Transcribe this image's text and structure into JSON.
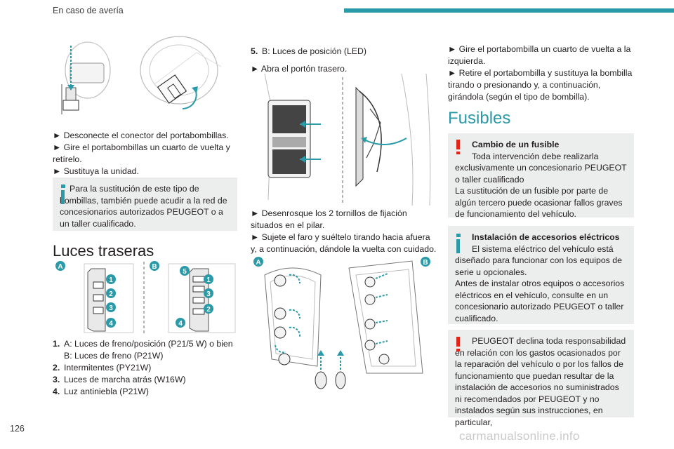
{
  "header": {
    "section": "En caso de avería",
    "page_number": "126"
  },
  "watermark": "carmanualsonline.info",
  "colors": {
    "accent": "#2a9aa8",
    "warning": "#e2231a",
    "box_bg": "#eceded"
  },
  "col1": {
    "steps": [
      "► Desconecte el conector del portabombillas.",
      "► Gire el portabombillas un cuarto de vuelta y retírelo.",
      "► Sustituya la unidad."
    ],
    "info_note": "Para la sustitución de este tipo de bombillas, también puede acudir a la red de concesionarios autorizados PEUGEOT o a un taller cualificado.",
    "section_title": "Luces traseras",
    "figure_labels": {
      "a": "A",
      "b": "B",
      "a_nums": [
        "1",
        "2",
        "3",
        "4"
      ],
      "b_nums": [
        "5",
        "1",
        "3",
        "2",
        "4"
      ]
    },
    "list": [
      {
        "num": "1.",
        "text": "A: Luces de freno/posición (P21/5 W) o bien",
        "text2": "B: Luces de freno (P21W)"
      },
      {
        "num": "2.",
        "text": "Intermitentes (PY21W)"
      },
      {
        "num": "3.",
        "text": "Luces de marcha atrás (W16W)"
      },
      {
        "num": "4.",
        "text": "Luz antiniebla (P21W)"
      }
    ]
  },
  "col2": {
    "item5_num": "5.",
    "item5": "B: Luces de posición (LED)",
    "open": "► Abra el portón trasero.",
    "steps": [
      "► Desenrosque los 2 tornillos de fijación situados en el pilar.",
      "► Sujete el faro y suéltelo tirando hacia afuera y, a continuación, dándole la vuelta con cuidado."
    ],
    "figure_labels": {
      "a": "A",
      "b": "B"
    }
  },
  "col3": {
    "steps": [
      "► Gire el portabombilla un cuarto de vuelta a la izquierda.",
      "► Retire el portabombilla y sustituya la bombilla tirando o presionando y, a continuación, girándola (según el tipo de bombilla)."
    ],
    "title": "Fusibles",
    "warn1_title": "Cambio de un fusible",
    "warn1_body": "Toda intervención debe realizarla exclusivamente un concesionario PEUGEOT o taller cualificado\nLa sustitución de un fusible por parte de algún tercero puede ocasionar fallos graves de funcionamiento del vehículo.",
    "info_title": "Instalación de accesorios eléctricos",
    "info_body": "El sistema eléctrico del vehículo está diseñado para funcionar con los equipos de serie u opcionales.\nAntes de instalar otros equipos o accesorios eléctricos en el vehículo, consulte en un concesionario autorizado PEUGEOT o taller cualificado.",
    "warn2_body": "PEUGEOT declina toda responsabilidad en relación con los gastos ocasionados por la reparación del vehículo o por los fallos de funcionamiento que puedan resultar de la instalación de accesorios no suministrados ni recomendados por PEUGEOT y no instalados según sus instrucciones, en particular,"
  }
}
